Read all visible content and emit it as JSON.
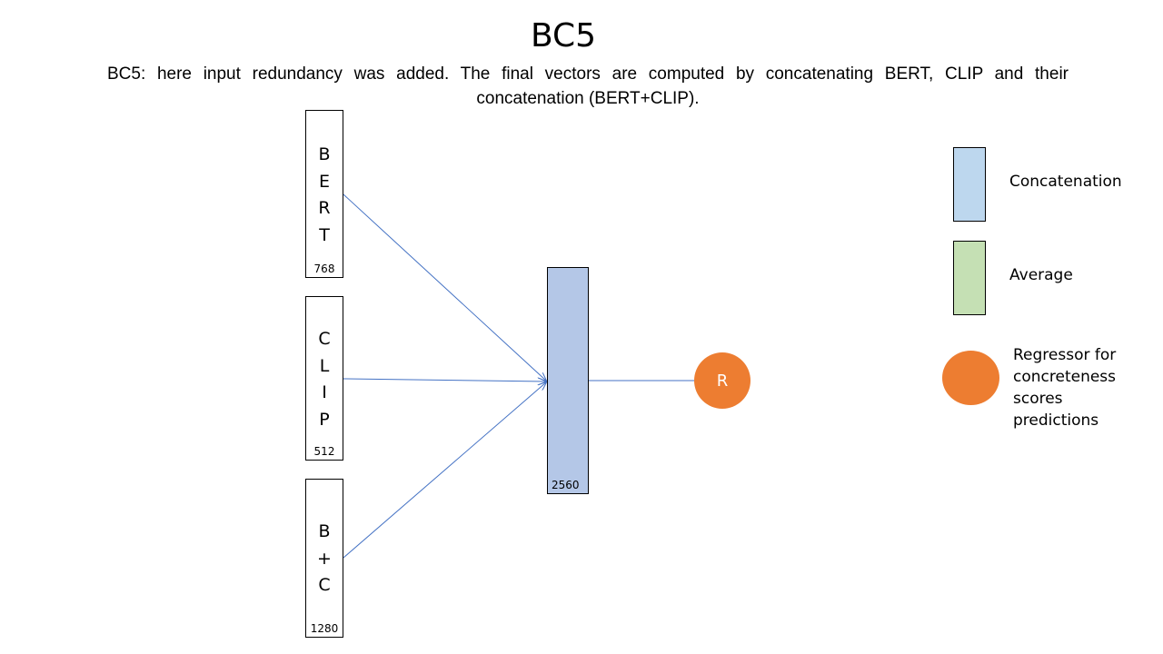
{
  "title": "BC5",
  "subtitle": "BC5: here input redundancy was added. The final vectors are computed by concatenating BERT, CLIP and their concatenation (BERT+CLIP).",
  "inputs": [
    {
      "letters": [
        "B",
        "E",
        "R",
        "T"
      ],
      "dim": "768"
    },
    {
      "letters": [
        "C",
        "L",
        "I",
        "P"
      ],
      "dim": "512"
    },
    {
      "letters": [
        "B",
        "+",
        "C"
      ],
      "dim": "1280"
    }
  ],
  "concat_block": {
    "dim": "2560"
  },
  "regressor": {
    "label": "R"
  },
  "legend": {
    "concatenation": "Concatenation",
    "average": "Average",
    "regressor": "Regressor for concreteness scores predictions"
  },
  "colors": {
    "concatenation": "#b4c7e7",
    "legend_concatenation": "#bdd7ee",
    "average": "#c5e0b4",
    "regressor": "#ed7d31",
    "arrow": "#4472c4"
  }
}
